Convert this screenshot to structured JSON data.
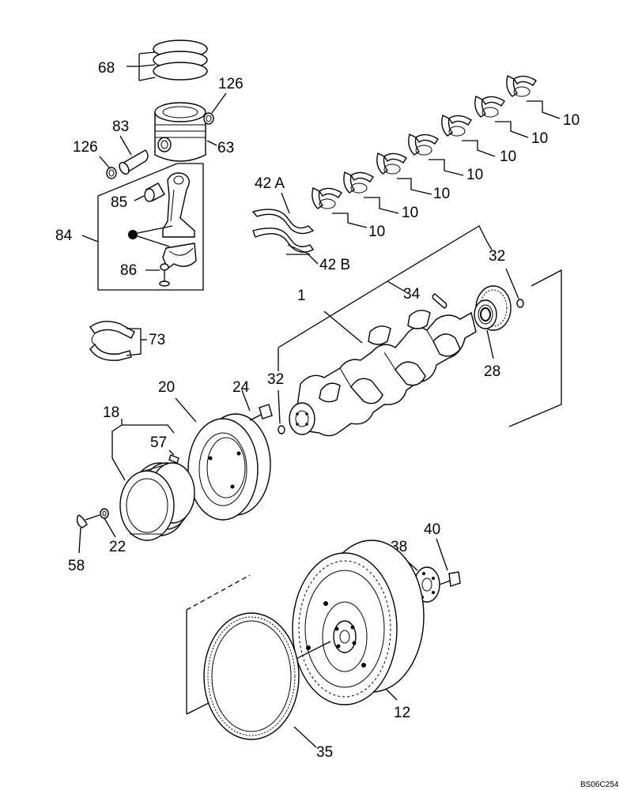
{
  "labels": {
    "p68": "68",
    "p126a": "126",
    "p83": "83",
    "p63": "63",
    "p126b": "126",
    "p85": "85",
    "p84": "84",
    "p86": "86",
    "p42a": "42 A",
    "p42b": "42 B",
    "p10a": "10",
    "p10b": "10",
    "p10c": "10",
    "p10d": "10",
    "p10e": "10",
    "p10f": "10",
    "p10g": "10",
    "p32a": "32",
    "p34": "34",
    "p1": "1",
    "p73": "73",
    "p28": "28",
    "p32b": "32",
    "p20": "20",
    "p24": "24",
    "p18": "18",
    "p57": "57",
    "p22": "22",
    "p58": "58",
    "p40": "40",
    "p38": "38",
    "p12": "12",
    "p35": "35"
  },
  "drawing_code": "BS06C254"
}
